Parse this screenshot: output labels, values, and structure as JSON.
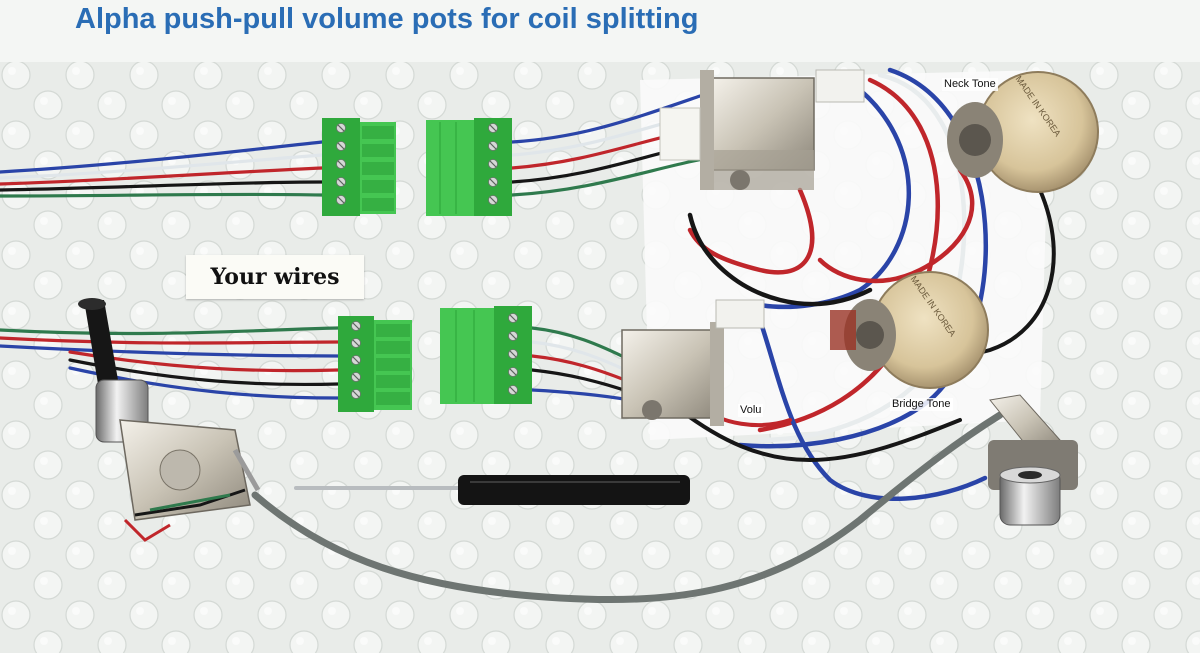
{
  "title": "Alpha push-pull volume pots for coil splitting",
  "card_label": "Your wires",
  "pot_labels": {
    "neck_tone": "Neck Tone",
    "volume": "Volu",
    "bridge_tone": "Bridge Tone"
  },
  "pot_stamp": "MADE IN KOREA",
  "colors": {
    "title": "#2a6db5",
    "connector_green": "#3cc14a",
    "wire_red": "#c0262b",
    "wire_blue": "#2a44a8",
    "wire_black": "#161616",
    "wire_green": "#2f7a4d",
    "shield_cable": "#6e7572",
    "background": "#e9ece9"
  }
}
